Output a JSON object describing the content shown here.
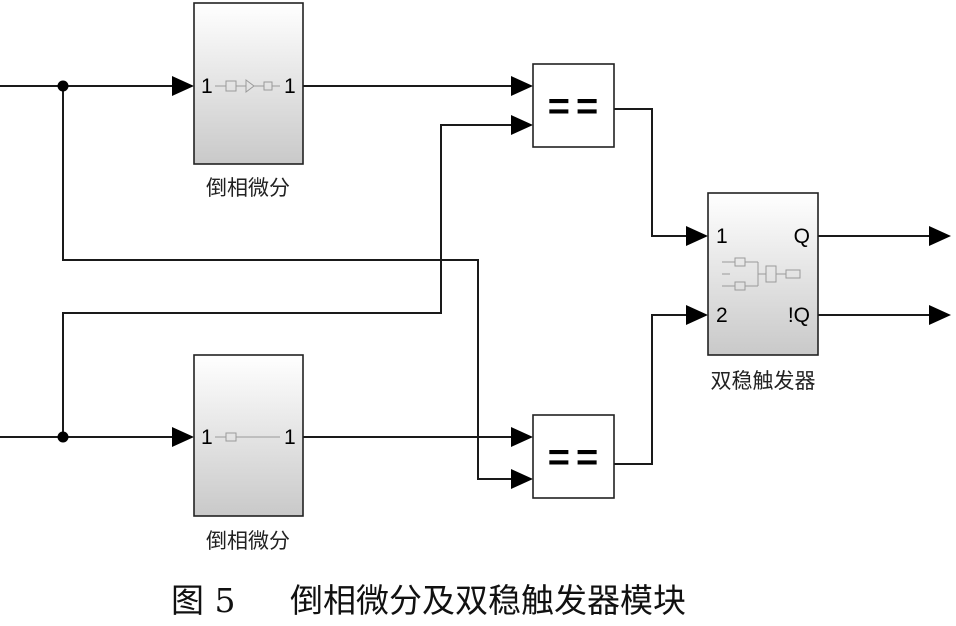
{
  "blocks": {
    "diff_top": {
      "in_port": "1",
      "out_port": "1",
      "label": "倒相微分",
      "icon": "inverted-differentiator-icon"
    },
    "diff_bottom": {
      "in_port": "1",
      "out_port": "1",
      "label": "倒相微分",
      "icon": "inverted-differentiator-icon"
    },
    "cmp_top": {
      "operator": "=="
    },
    "cmp_bottom": {
      "operator": "=="
    },
    "flipflop": {
      "in1": "1",
      "in2": "2",
      "out_q": "Q",
      "out_nq": "!Q",
      "label": "双稳触发器",
      "icon": "flip-flop-logic-icon"
    }
  },
  "caption": {
    "figure_no": "图 5",
    "title": "倒相微分及双稳触发器模块"
  },
  "colors": {
    "block_gradient_top": "#ffffff",
    "block_gradient_bottom": "#c9c9c9",
    "wire": "#1a1a1a"
  }
}
